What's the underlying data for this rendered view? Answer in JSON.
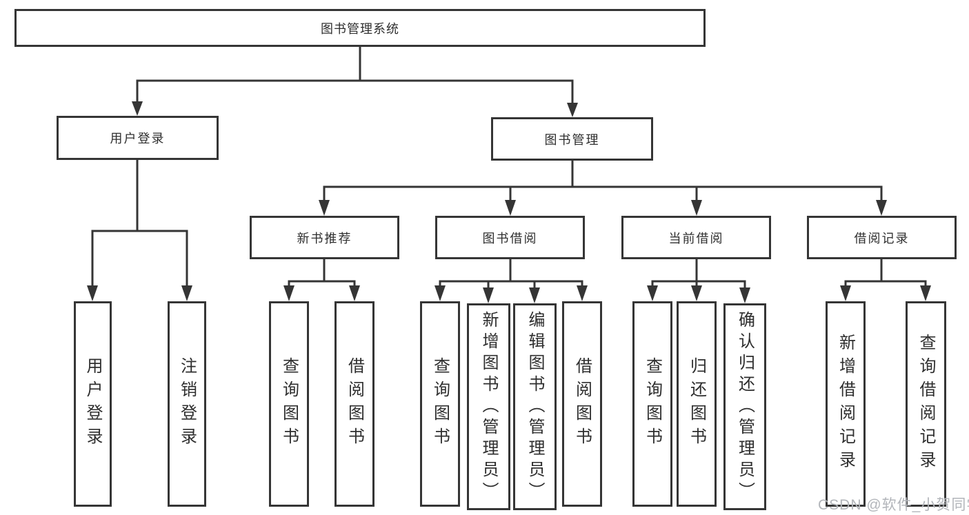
{
  "diagram": {
    "root": {
      "label": "图书管理系统"
    },
    "level2": [
      {
        "label": "用户登录"
      },
      {
        "label": "图书管理"
      }
    ],
    "level3": [
      {
        "label": "新书推荐"
      },
      {
        "label": "图书借阅"
      },
      {
        "label": "当前借阅"
      },
      {
        "label": "借阅记录"
      }
    ],
    "leaves": {
      "user_login": [
        "用户登录",
        "注销登录"
      ],
      "new_book": [
        "查询图书",
        "借阅图书"
      ],
      "book_borrow": [
        "查询图书",
        "新增图书（管理员）",
        "编辑图书（管理员）",
        "借阅图书"
      ],
      "current_borrow": [
        "查询图书",
        "归还图书",
        "确认归还（管理员）"
      ],
      "borrow_record": [
        "新增借阅记录",
        "查询借阅记录"
      ]
    },
    "line_color": "#353535",
    "text_color": "#2e2e2e",
    "box_background": "#ffffff"
  },
  "watermark": {
    "text": "CSDN @软件_小贺同学",
    "color": "#b2b5ba"
  }
}
